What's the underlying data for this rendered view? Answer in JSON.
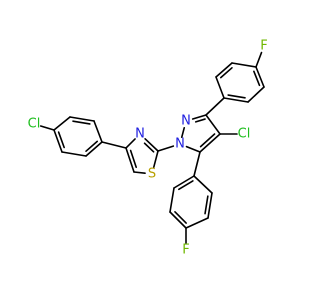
{
  "atoms": {
    "cl_left": "Cl",
    "cl_mid": "Cl",
    "f_top": "F",
    "f_bottom": "F",
    "n_thiazole": "N",
    "s_thiazole": "S",
    "n_pyrazole_2": "N",
    "n_pyrazole_1": "N"
  },
  "colors": {
    "chlorine": "#1fbf1f",
    "fluorine": "#6fb700",
    "nitrogen": "#2020e0",
    "sulfur": "#b8a000",
    "bond": "#000000"
  }
}
